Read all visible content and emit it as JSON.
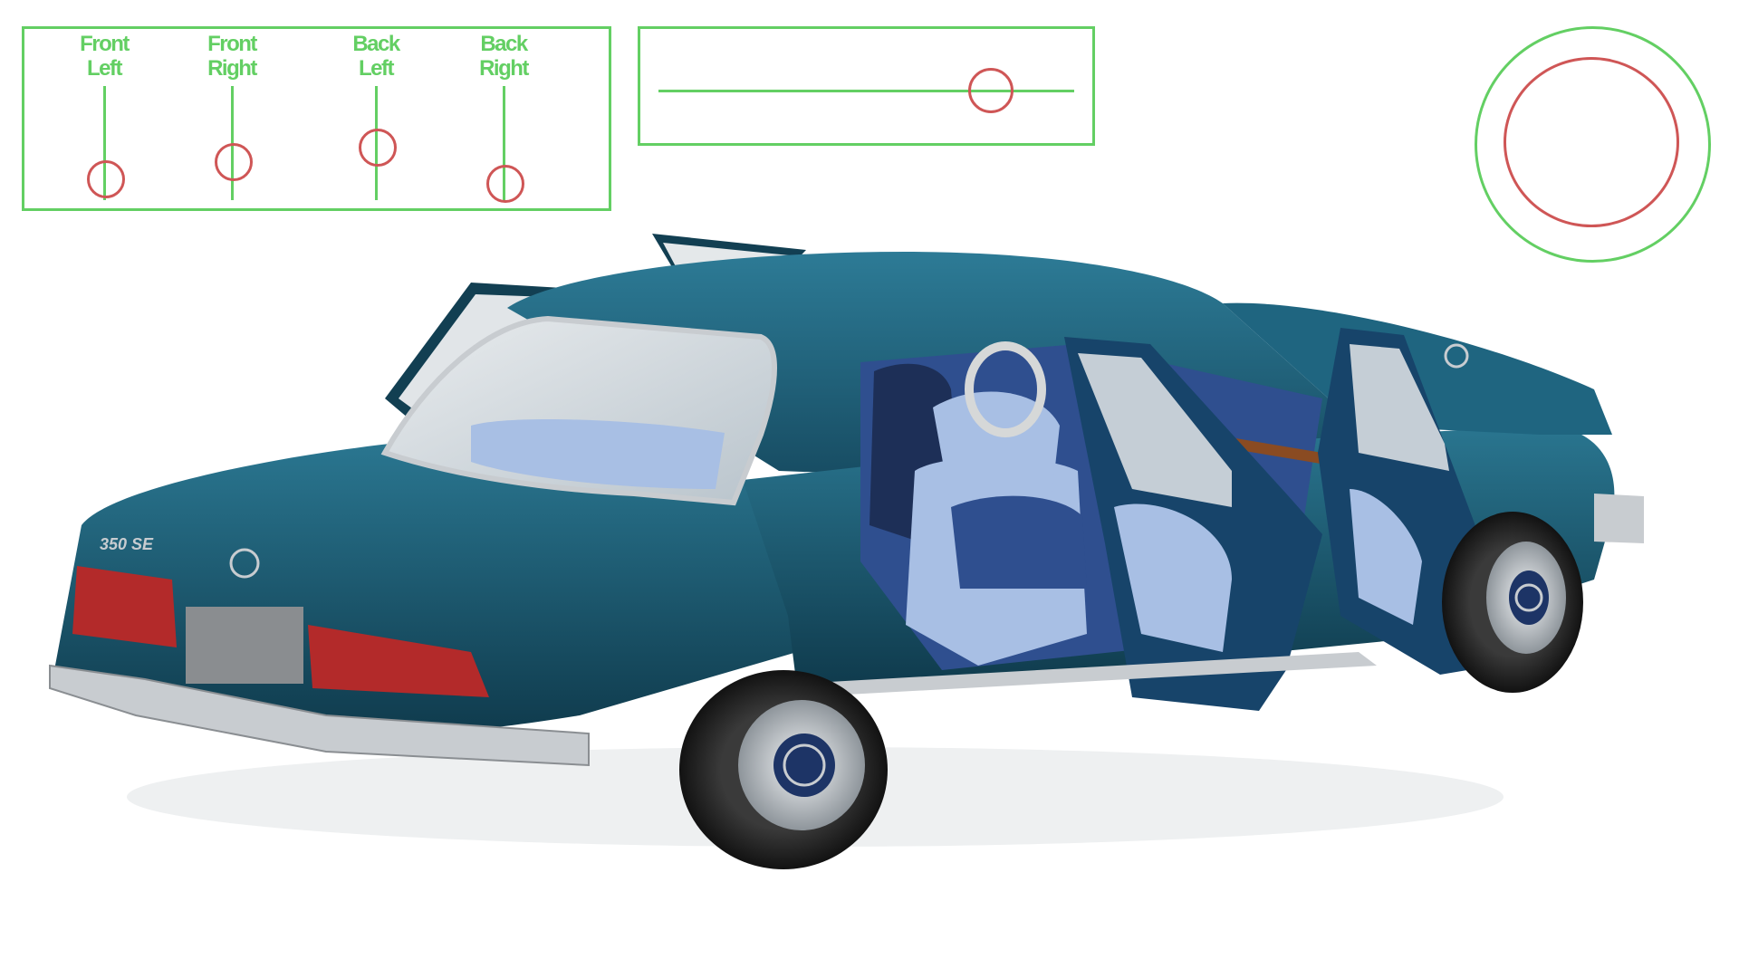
{
  "doors_panel": {
    "doors": [
      {
        "label": "Front\nLeft",
        "open": 0.8
      },
      {
        "label": "Front\nRight",
        "open": 0.65
      },
      {
        "label": "Back\nLeft",
        "open": 0.52
      },
      {
        "label": "Back\nRight",
        "open": 0.84
      }
    ]
  },
  "steering_slider": {
    "value": 0.8
  },
  "wheel_control": {},
  "car": {
    "badge": "350 SE",
    "body_color": "#1c5a70",
    "body_dark": "#0f3a4c",
    "interior_color": "#2f4f8f",
    "interior_light": "#a8bfe4",
    "taillight_color": "#b32a2a",
    "chrome_color": "#c8ccd0"
  },
  "colors": {
    "control_frame": "#63cf63",
    "control_knob": "#cf5656"
  }
}
